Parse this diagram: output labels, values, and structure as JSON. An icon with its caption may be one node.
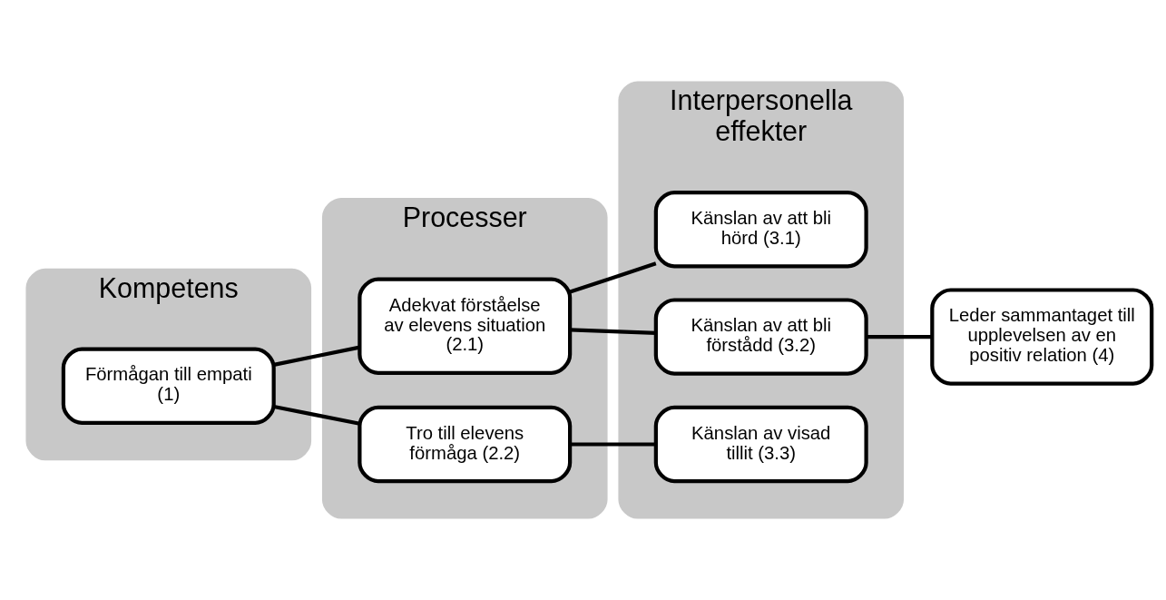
{
  "diagram": {
    "nodes": [
      {
        "text": [
          "Kompetens"
        ]
      },
      {
        "text": [
          "Processer"
        ]
      },
      {
        "text": [
          "Interpersonella effekter"
        ]
      },
      {
        "text": [
          "Förmågan till empati (1)"
        ],
        "in": 0
      },
      {
        "text": [
          "Adekvat förståelse av elevens situation (2.1)"
        ],
        "in": 1
      },
      {
        "text": [
          "Tro till elevens förmåga (2.2)"
        ],
        "in": 1
      },
      {
        "text": [
          "Känslan av att bli hörd (3.1)"
        ],
        "in": 2
      },
      {
        "text": [
          "Känslan av att bli förstådd (3.2)"
        ],
        "in": 2
      },
      {
        "text": [
          "Känslan av visad tillit (3.3)"
        ],
        "in": 2
      },
      {
        "text": [
          "Leder sammantaget till upplevelsen av en positiv relation (4)"
        ]
      }
    ],
    "edges": [
      {
        "from": 3,
        "to": 4,
        "arrow": "none"
      },
      {
        "from": 3,
        "to": 5,
        "arrow": "none"
      },
      {
        "from": 4,
        "to": 6,
        "arrow": "none"
      },
      {
        "from": 4,
        "to": 7,
        "arrow": "none"
      },
      {
        "from": 5,
        "to": 8,
        "arrow": "none"
      },
      {
        "from": 7,
        "to": 9,
        "arrow": "none"
      }
    ]
  }
}
